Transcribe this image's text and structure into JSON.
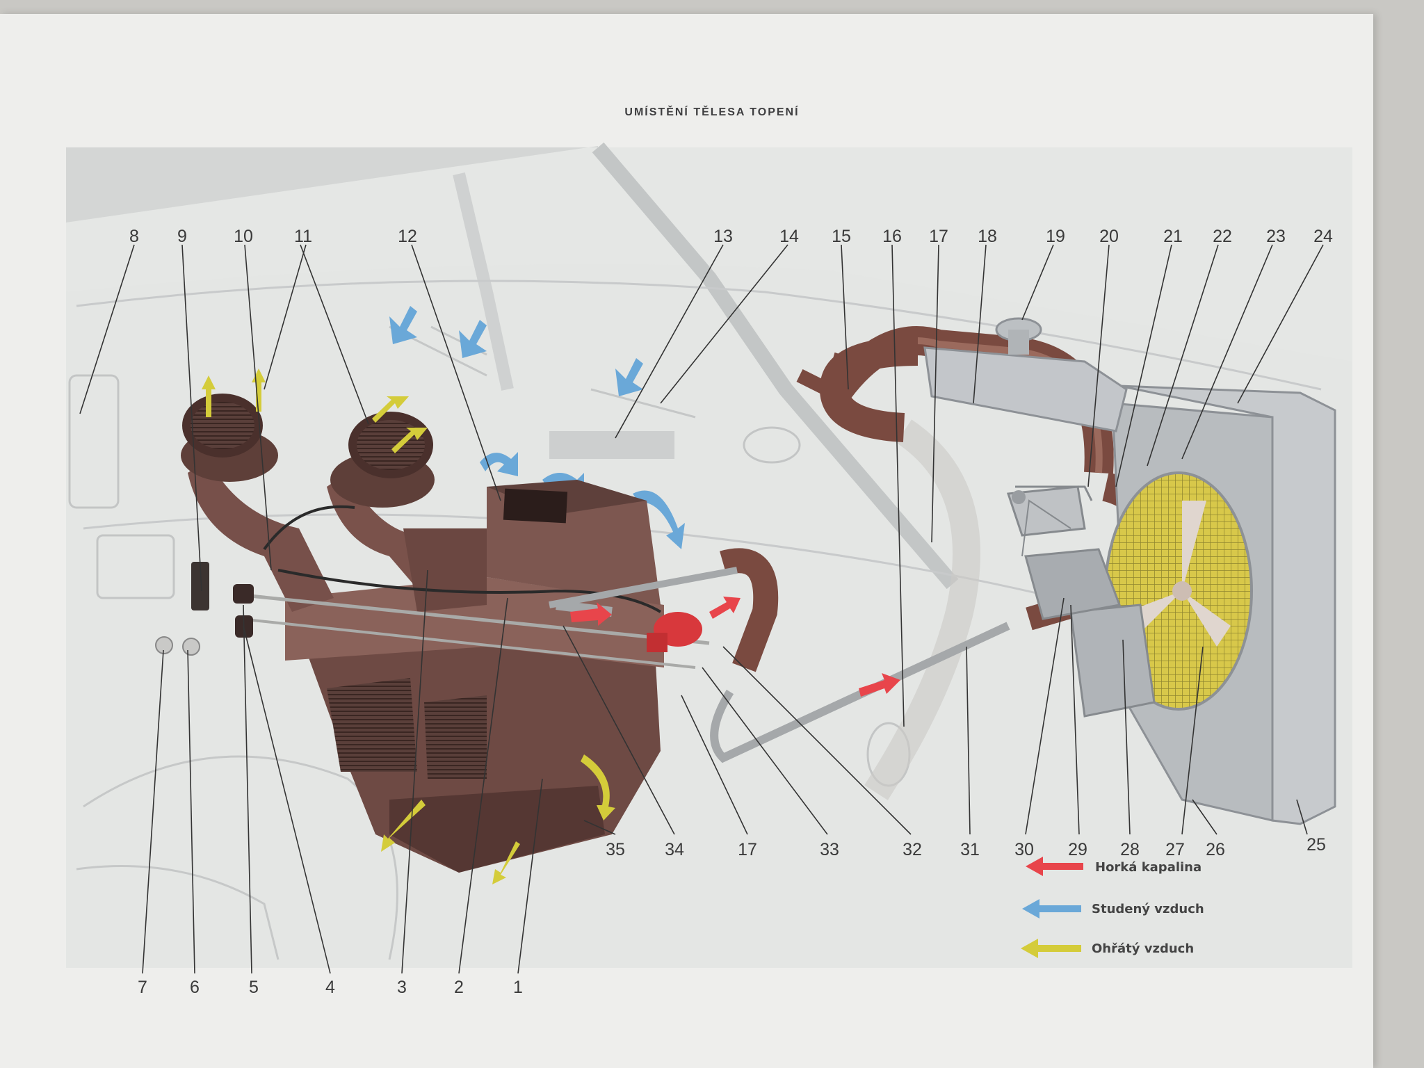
{
  "title": "UMÍSTĚNÍ TĚLESA TOPENÍ",
  "colors": {
    "hot_liquid": "#e8454b",
    "cold_air": "#6aa8d8",
    "warm_air": "#d4cc3a",
    "hose": "#7a4a40",
    "metal": "#b8bcbf"
  },
  "callouts": [
    "1",
    "2",
    "3",
    "4",
    "5",
    "6",
    "7",
    "8",
    "9",
    "10",
    "11",
    "12",
    "13",
    "14",
    "15",
    "16",
    "17",
    "18",
    "19",
    "20",
    "21",
    "22",
    "23",
    "24",
    "25",
    "26",
    "27",
    "28",
    "29",
    "30",
    "31",
    "32",
    "33",
    "34",
    "35"
  ],
  "legend": [
    {
      "label": "Horká kapalina",
      "icon": "red-arrow-icon"
    },
    {
      "label": "Studený vzduch",
      "icon": "blue-arrow-icon"
    },
    {
      "label": "Ohřátý vzduch",
      "icon": "yellow-arrow-icon"
    }
  ]
}
